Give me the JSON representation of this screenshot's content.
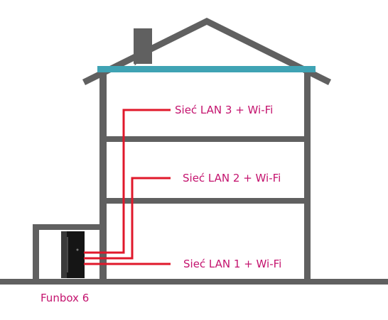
{
  "colors": {
    "structure": "#606060",
    "roof_band": "#3fa3b4",
    "cable": "#e0182b",
    "label": "#c4136e",
    "router": "#151515"
  },
  "labels": {
    "floor3": "Sieć LAN 3 + Wi-Fi",
    "floor2": "Sieć LAN 2 + Wi-Fi",
    "floor1": "Sieć LAN 1 + Wi-Fi",
    "device": "Funbox 6"
  },
  "icons": {
    "router": "router-icon",
    "house": "house-icon"
  }
}
